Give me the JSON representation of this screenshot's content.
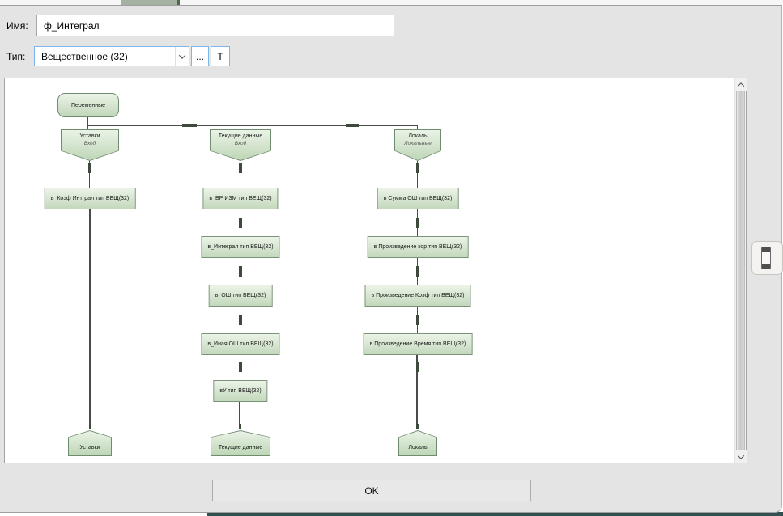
{
  "form": {
    "name_label": "Имя:",
    "name_value": "ф_Интеграл",
    "type_label": "Тип:",
    "type_value": "Вещественное (32)",
    "browse_button": "...",
    "text_button": "Т"
  },
  "diagram": {
    "root_label": "Переменные",
    "groups": [
      {
        "label": "Уставки",
        "sublabel": "Вход"
      },
      {
        "label": "Текущие данные",
        "sublabel": "Вход"
      },
      {
        "label": "Локаль",
        "sublabel": "Локальные"
      }
    ],
    "col1": [
      "в_Коэф Интграл тип ВЕЩ(32)"
    ],
    "col2": [
      "в_ВР ИЗМ тип ВЕЩ(32)",
      "в_Интеграл тип ВЕЩ(32)",
      "в_ОШ тип ВЕЩ(32)",
      "в_Иная ОШ тип ВЕЩ(32)",
      "вУ тип ВЕЩ(32)"
    ],
    "col3": [
      "в Сумма ОШ тип ВЕЩ(32)",
      "в Произведение кор тип ВЕЩ(32)",
      "в Произведение Коэф тип ВЕЩ(32)",
      "в Произведение Время тип ВЕЩ(32)"
    ],
    "footers": [
      "Уставки",
      "Текущие данные",
      "Локаль"
    ]
  },
  "footer": {
    "ok_label": "OK"
  },
  "icons": {
    "combo_dropdown": "chevron-down",
    "scrollbar_up": "chevron-up",
    "scrollbar_down": "chevron-down",
    "panel_handle": "grip-pill"
  },
  "colors": {
    "accent_blue_border": "#7cb5e8",
    "node_fill_top": "#ecf4e8",
    "node_fill_bottom": "#c3d8bc",
    "node_border": "#7b9378",
    "connector": "#4a4a4a",
    "tab_green": "#a4b2a3",
    "bottom_strip_teal": "#335050",
    "dialog_bg": "#e4e4e4"
  }
}
